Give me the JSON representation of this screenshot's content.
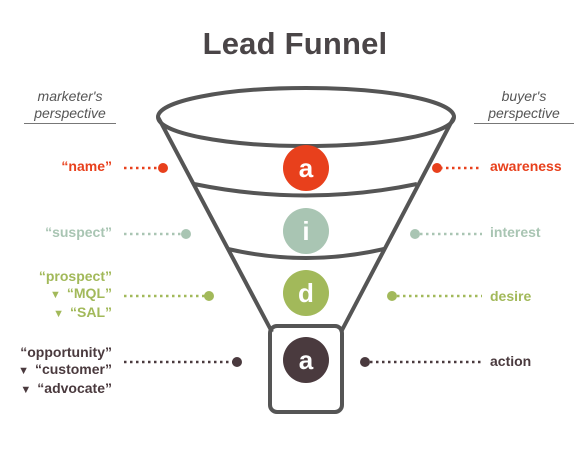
{
  "title": "Lead Funnel",
  "marketer_perspective": [
    "marketer's",
    "perspective"
  ],
  "buyer_perspective": [
    "buyer's",
    "perspective"
  ],
  "colors": {
    "awareness": "#e8401c",
    "interest": "#a9c5b3",
    "desire": "#a2b95a",
    "action": "#4a3a3e",
    "outline": "#555555"
  },
  "stages": [
    {
      "letter": "a",
      "buyer_label": "awareness",
      "marketer_lines": [
        {
          "marker": "",
          "text": "“name”"
        }
      ]
    },
    {
      "letter": "i",
      "buyer_label": "interest",
      "marketer_lines": [
        {
          "marker": "",
          "text": "“suspect”"
        }
      ]
    },
    {
      "letter": "d",
      "buyer_label": "desire",
      "marketer_lines": [
        {
          "marker": "",
          "text": "“prospect”"
        },
        {
          "marker": "▼",
          "text": "“MQL”"
        },
        {
          "marker": "▼",
          "text": "“SAL”"
        }
      ]
    },
    {
      "letter": "a",
      "buyer_label": "action",
      "marketer_lines": [
        {
          "marker": "",
          "text": "“opportunity”"
        },
        {
          "marker": "▼",
          "text": "“customer”"
        },
        {
          "marker": "▼",
          "text": "“advocate”"
        }
      ]
    }
  ]
}
